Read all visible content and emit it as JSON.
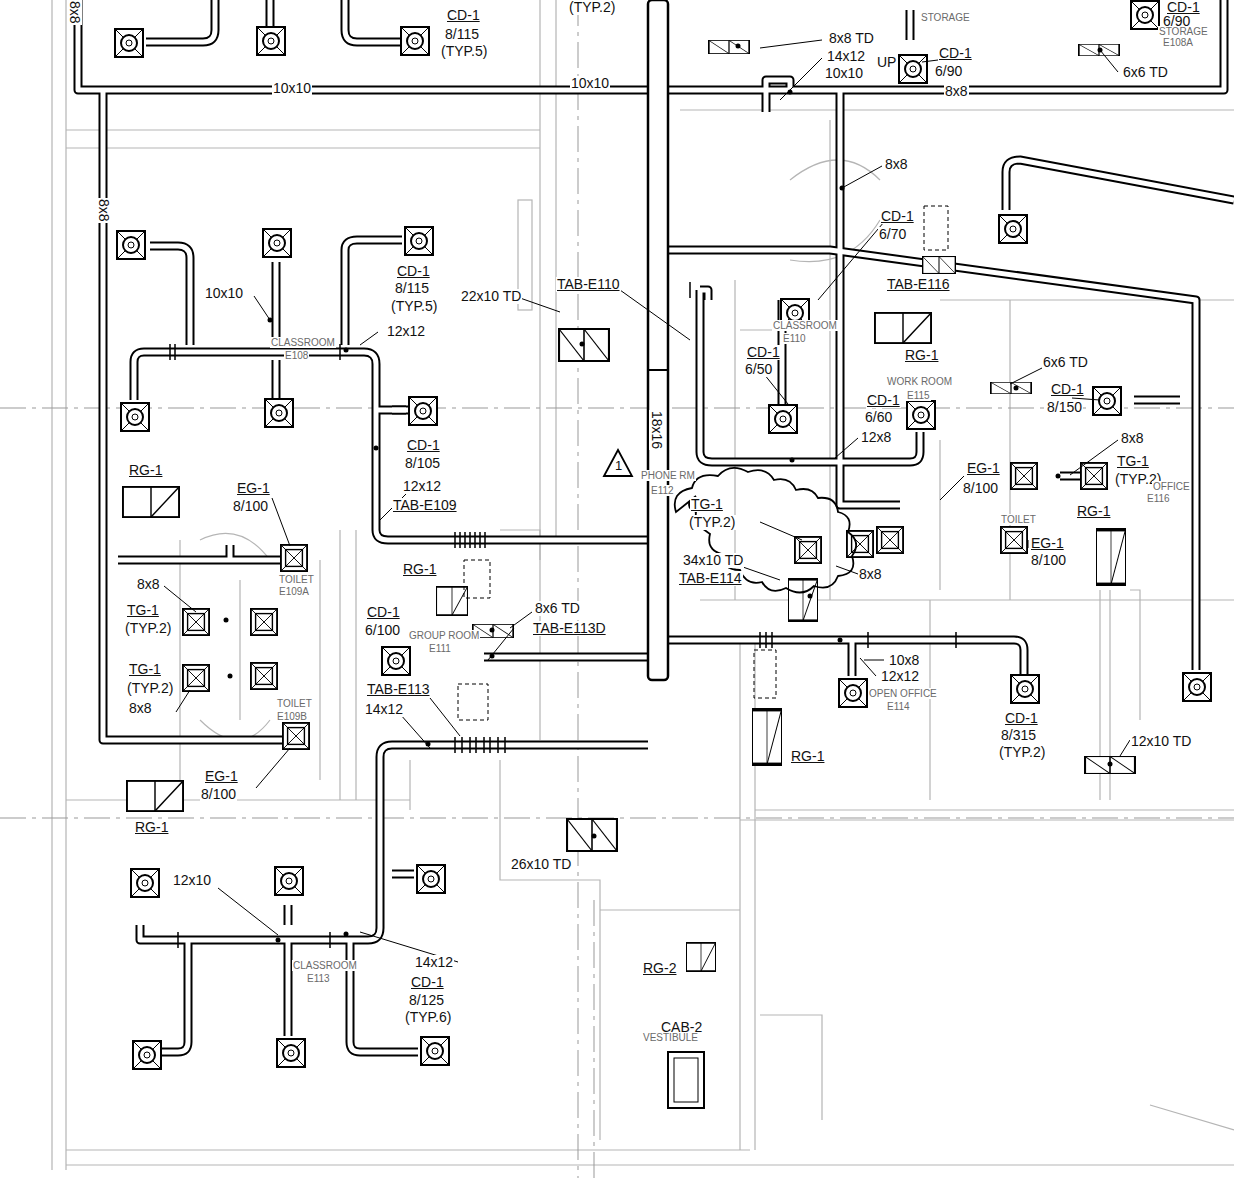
{
  "diagram": {
    "labels": [
      "8x8",
      "CD-1",
      "8/115",
      "(TYP.5)",
      "(TYP.2)",
      "8x8 TD",
      "14x12",
      "UP",
      "CD-1",
      "6/90",
      "10x10",
      "8x8",
      "STORAGE",
      "CD-1",
      "6/90",
      "STORAGE",
      "E108A",
      "6x6 TD",
      "10x10",
      "10x10",
      "8x8",
      "8x8",
      "CD-1",
      "6/70",
      "TAB-E116",
      "10x10",
      "CD-1",
      "8/115",
      "(TYP.5)",
      "12x12",
      "CLASSROOM",
      "E108",
      "22x10 TD",
      "TAB-E110",
      "CLASSROOM",
      "E110",
      "CD-1",
      "6/50",
      "RG-1",
      "WORK ROOM",
      "E115",
      "6x6 TD",
      "CD-1",
      "8/150",
      "CD-1",
      "6/60",
      "12x8",
      "18x16",
      "CD-1",
      "8/105",
      "8x8",
      "TG-1",
      "(TYP.2)",
      "OFFICE",
      "E116",
      "1",
      "PHONE RM",
      "E112",
      "RG-1",
      "EG-1",
      "8/100",
      "12x12",
      "TAB-E109",
      "EG-1",
      "8/100",
      "TOILET",
      "TG-1",
      "(TYP.2)",
      "RG-1",
      "EG-1",
      "8/100",
      "34x10 TD",
      "TAB-E114",
      "8x8",
      "RG-1",
      "8x8",
      "TOILET",
      "E109A",
      "TG-1",
      "(TYP.2)",
      "8x6 TD",
      "TAB-E113D",
      "CD-1",
      "6/100",
      "GROUP ROOM",
      "E111",
      "10x8",
      "12x12",
      "OPEN OFFICE",
      "E114",
      "TG-1",
      "(TYP.2)",
      "8x8",
      "TAB-E113",
      "14x12",
      "TOILET",
      "E109B",
      "CD-1",
      "8/315",
      "(TYP.2)",
      "12x10 TD",
      "RG-1",
      "EG-1",
      "8/100",
      "RG-1",
      "26x10 TD",
      "12x10",
      "14x12",
      "CLASSROOM",
      "E113",
      "CD-1",
      "8/125",
      "(TYP.6)",
      "RG-2",
      "CAB-2",
      "VESTIBULE"
    ]
  }
}
